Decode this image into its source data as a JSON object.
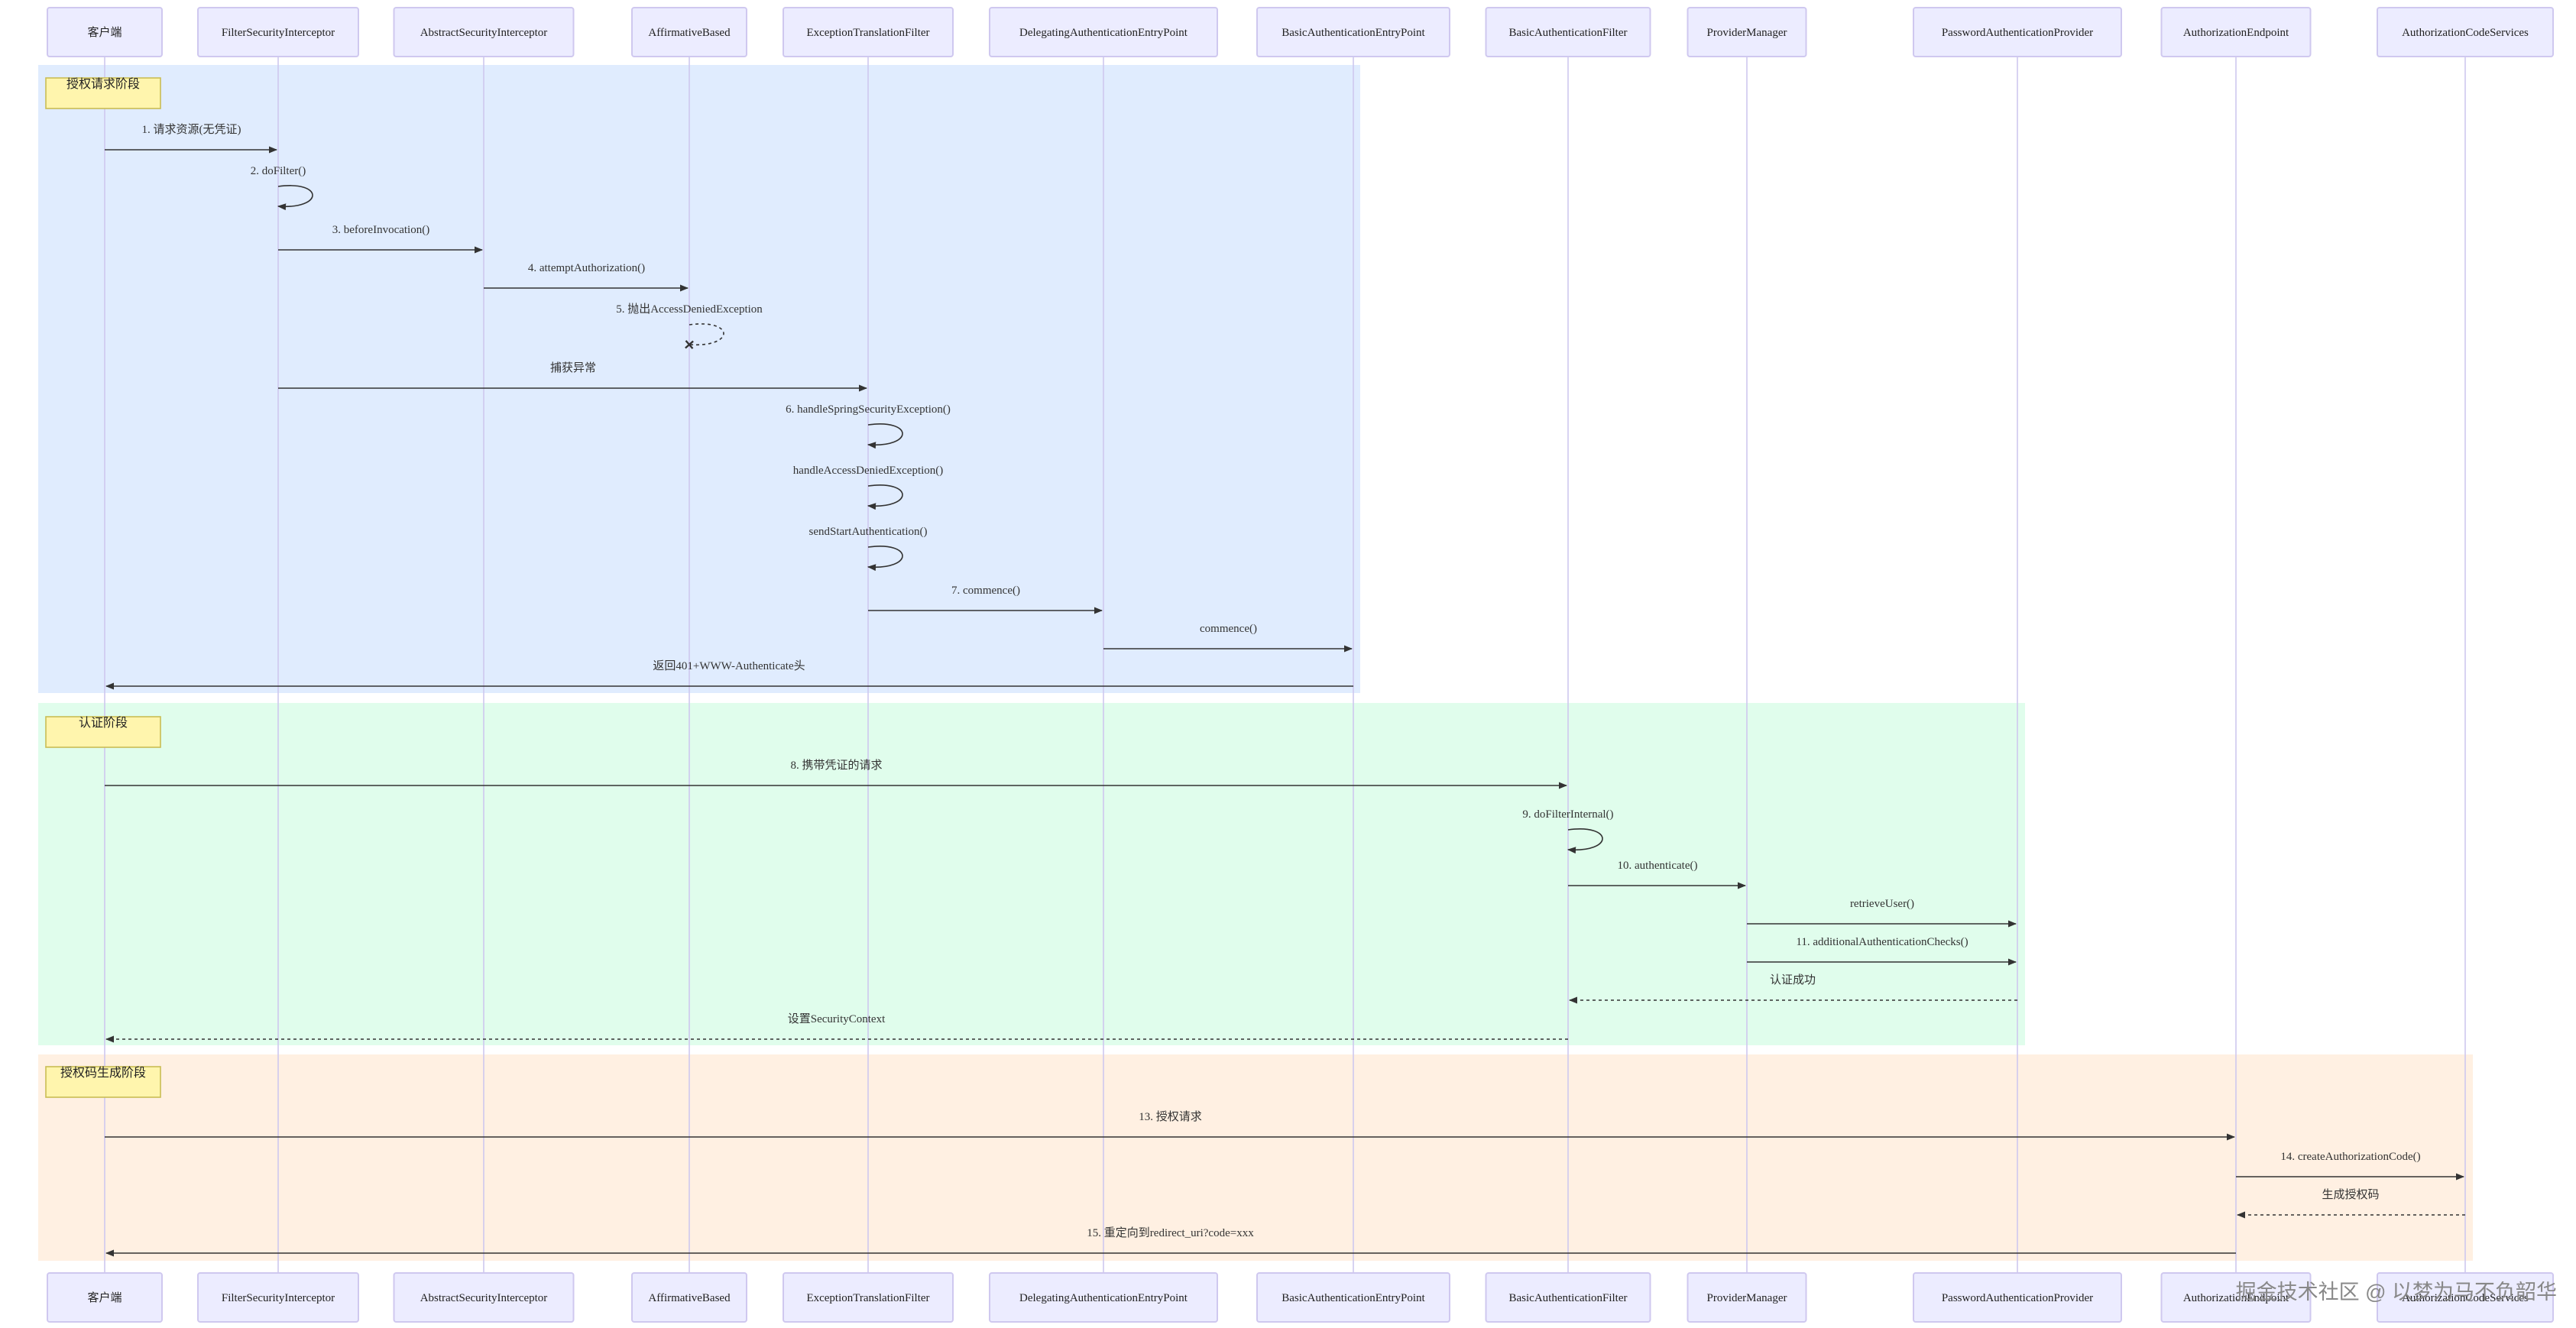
{
  "participants": [
    "客户端",
    "FilterSecurityInterceptor",
    "AbstractSecurityInterceptor",
    "AffirmativeBased",
    "ExceptionTranslationFilter",
    "DelegatingAuthenticationEntryPoint",
    "BasicAuthenticationEntryPoint",
    "BasicAuthenticationFilter",
    "ProviderManager",
    "PasswordAuthenticationProvider",
    "AuthorizationEndpoint",
    "AuthorizationCodeServices"
  ],
  "phases": [
    {
      "label": "授权请求阶段",
      "color": "#e0ecfe"
    },
    {
      "label": "认证阶段",
      "color": "#e0fdec"
    },
    {
      "label": "授权码生成阶段",
      "color": "#fff0e2"
    }
  ],
  "messages": [
    {
      "from": 0,
      "to": 1,
      "text": "1. 请求资源(无凭证)",
      "style": "solid"
    },
    {
      "from": 1,
      "to": 1,
      "text": "2. doFilter()",
      "style": "self"
    },
    {
      "from": 1,
      "to": 2,
      "text": "3. beforeInvocation()",
      "style": "solid"
    },
    {
      "from": 2,
      "to": 3,
      "text": "4. attemptAuthorization()",
      "style": "solid"
    },
    {
      "from": 3,
      "to": 3,
      "text": "5. 抛出AccessDeniedException",
      "style": "self-dashed-cross"
    },
    {
      "from": 1,
      "to": 4,
      "text": "捕获异常",
      "style": "solid"
    },
    {
      "from": 4,
      "to": 4,
      "text": "6. handleSpringSecurityException()",
      "style": "self"
    },
    {
      "from": 4,
      "to": 4,
      "text": "handleAccessDeniedException()",
      "style": "self"
    },
    {
      "from": 4,
      "to": 4,
      "text": "sendStartAuthentication()",
      "style": "self"
    },
    {
      "from": 4,
      "to": 5,
      "text": "7. commence()",
      "style": "solid"
    },
    {
      "from": 5,
      "to": 6,
      "text": "commence()",
      "style": "solid"
    },
    {
      "from": 6,
      "to": 0,
      "text": "返回401+WWW-Authenticate头",
      "style": "solid"
    },
    {
      "from": 0,
      "to": 7,
      "text": "8. 携带凭证的请求",
      "style": "solid"
    },
    {
      "from": 7,
      "to": 7,
      "text": "9. doFilterInternal()",
      "style": "self"
    },
    {
      "from": 7,
      "to": 8,
      "text": "10. authenticate()",
      "style": "solid"
    },
    {
      "from": 8,
      "to": 9,
      "text": "retrieveUser()",
      "style": "solid"
    },
    {
      "from": 8,
      "to": 9,
      "text": "11. additionalAuthenticationChecks()",
      "style": "solid"
    },
    {
      "from": 9,
      "to": 7,
      "text": "认证成功",
      "style": "dashed"
    },
    {
      "from": 7,
      "to": 0,
      "text": "设置SecurityContext",
      "style": "dashed"
    },
    {
      "from": 0,
      "to": 10,
      "text": "13. 授权请求",
      "style": "solid"
    },
    {
      "from": 10,
      "to": 11,
      "text": "14. createAuthorizationCode()",
      "style": "solid"
    },
    {
      "from": 11,
      "to": 10,
      "text": "生成授权码",
      "style": "dashed"
    },
    {
      "from": 10,
      "to": 0,
      "text": "15. 重定向到redirect_uri?code=xxx",
      "style": "solid"
    }
  ],
  "watermark": "掘金技术社区 @ 以梦为马不负韶华"
}
